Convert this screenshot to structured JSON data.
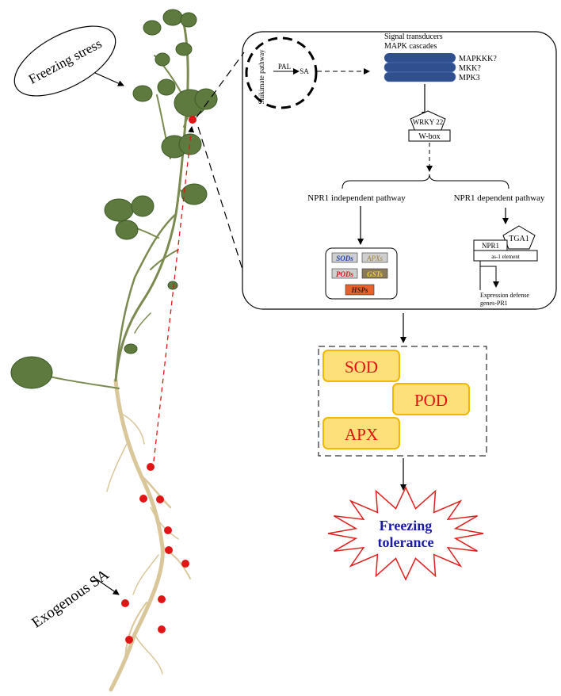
{
  "labels": {
    "freezing_stress": "Freezing stress",
    "exogenous_sa": "Exogenous  SA"
  },
  "pathway": {
    "shikimate": "Shikimate pathway",
    "pal": "PAL",
    "sa": "SA",
    "signal_line1": "Signal transducers",
    "signal_line2": "MAPK cascades",
    "mapkkk": "MAPKKK?",
    "mkk": "MKK?",
    "mpk3": "MPK3",
    "wrky": "WRKY 22",
    "wbox": "W-box",
    "npr1_independent": "NPR1 independent pathway",
    "npr1_dependent": "NPR1 dependent pathway",
    "sods": "SODs",
    "apxs": "APXs",
    "pods": "PODs",
    "gsts": "GSTs",
    "hsps": "HSPs",
    "npr1": "NPR1",
    "tga1": "TGA1",
    "as1": "as-1 element",
    "expr_line1": "Expression defense",
    "expr_line2": "genes-PR1"
  },
  "enzymes": {
    "sod": "SOD",
    "pod": "POD",
    "apx": "APX"
  },
  "outcome": {
    "line1": "Freezing",
    "line2": "tolerance"
  },
  "colors": {
    "mapk_blue": "#2f4f8f",
    "enzyme_fill": "#fde07a",
    "enzyme_border": "#f0b800",
    "enzyme_text": "#e01010",
    "star_stroke": "#e02020",
    "tolerance_text": "#1a1aa8",
    "dot_red": "#e01515",
    "leaf_green": "#5e7a3e",
    "root_tan": "#d9c79a",
    "hsps_fill": "#e8612c"
  }
}
